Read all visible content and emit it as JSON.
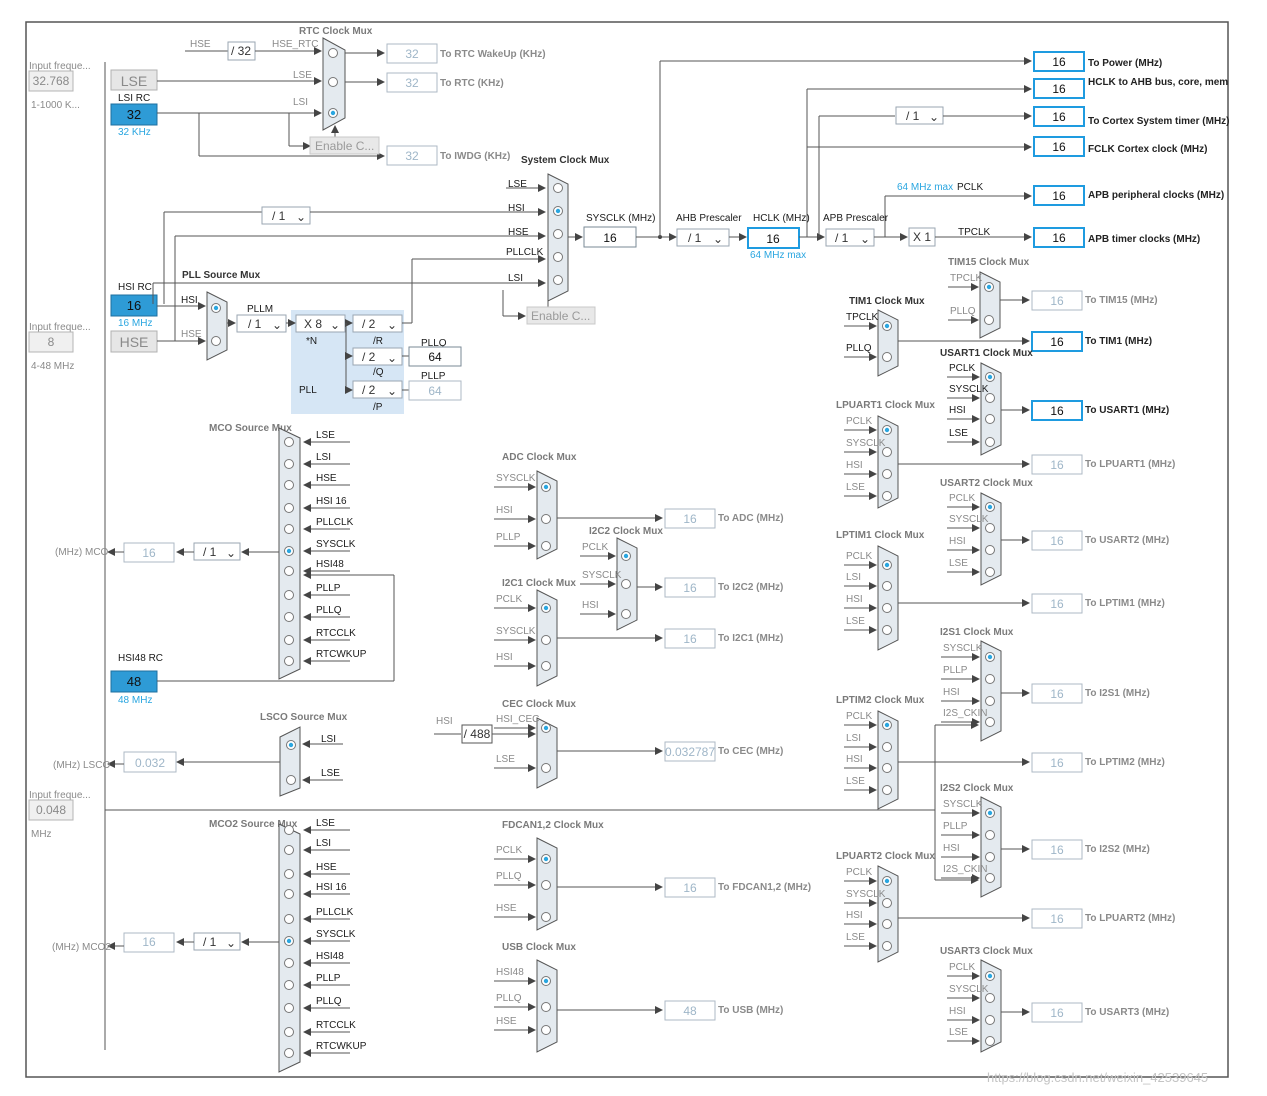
{
  "inputs": {
    "lse_freq": {
      "caption": "Input freque...",
      "value": "32.768",
      "range": "1-1000 K..."
    },
    "hse_freq": {
      "caption": "Input freque...",
      "value": "8",
      "range": "4-48 MHz"
    },
    "aux_freq": {
      "caption": "Input freque...",
      "value": "0.048",
      "unit": "MHz"
    }
  },
  "sources": {
    "lse": {
      "label": "LSE"
    },
    "lsi_rc": {
      "title": "LSI RC",
      "value": "32",
      "note": "32 KHz"
    },
    "hsi_rc": {
      "title": "HSI RC",
      "value": "16",
      "note": "16 MHz"
    },
    "hse": {
      "label": "HSE"
    },
    "hsi48_rc": {
      "title": "HSI48 RC",
      "value": "48",
      "note": "48 MHz"
    }
  },
  "rtc": {
    "title": "RTC Clock Mux",
    "hse_label": "HSE",
    "div": "/ 32",
    "hse_rtc": "HSE_RTC",
    "lse": "LSE",
    "lsi": "LSI",
    "enable": "Enable C...",
    "wakeup_val": "32",
    "wakeup_label": "To RTC WakeUp (KHz)",
    "rtc_val": "32",
    "rtc_label": "To RTC (KHz)",
    "iwdg_val": "32",
    "iwdg_label": "To IWDG (KHz)"
  },
  "sysmux": {
    "title": "System Clock Mux",
    "inputs": [
      "LSE",
      "HSI",
      "HSE",
      "PLLCLK",
      "LSI"
    ],
    "selected": 1,
    "enable": "Enable C...",
    "hsi_div": "/ 1"
  },
  "pll": {
    "src_title": "PLL Source Mux",
    "src_hsi": "HSI",
    "src_hse": "HSE",
    "pllm_label": "PLLM",
    "pllm": "/ 1",
    "n": "X 8",
    "n_label": "*N",
    "r": "/ 2",
    "r_label": "/R",
    "q": "/ 2",
    "q_label": "/Q",
    "p": "/ 2",
    "p_label": "/P",
    "pllq_label": "PLLQ",
    "pllq_val": "64",
    "pllp_label": "PLLP",
    "pllp_val": "64",
    "box_label": "PLL"
  },
  "bus": {
    "sysclk_label": "SYSCLK (MHz)",
    "sysclk": "16",
    "ahb_label": "AHB Prescaler",
    "ahb": "/ 1",
    "hclk_label": "HCLK (MHz)",
    "hclk": "16",
    "hclk_max": "64 MHz max",
    "apb_label": "APB Prescaler",
    "apb": "/ 1",
    "apb_max": "64 MHz max",
    "pclk": "PCLK",
    "x1": "X 1",
    "tpclk": "TPCLK",
    "cortex_div": "/ 1"
  },
  "outputs": [
    {
      "value": "16",
      "label": "To Power (MHz)"
    },
    {
      "value": "16",
      "label": "HCLK to AHB bus, core, memory and DMA (MHz)"
    },
    {
      "value": "16",
      "label": "To Cortex System timer (MHz)"
    },
    {
      "value": "16",
      "label": "FCLK Cortex clock (MHz)"
    },
    {
      "value": "16",
      "label": "APB peripheral clocks (MHz)"
    },
    {
      "value": "16",
      "label": "APB timer clocks (MHz)"
    }
  ],
  "mco": {
    "title": "MCO Source Mux",
    "inputs": [
      "LSE",
      "LSI",
      "HSE",
      "HSI 16",
      "PLLCLK",
      "SYSCLK",
      "HSI48",
      "PLLP",
      "PLLQ",
      "RTCCLK",
      "RTCWKUP"
    ],
    "selected": 5,
    "div": "/ 1",
    "out_val": "16",
    "out_label": "(MHz) MCO"
  },
  "lsco": {
    "title": "LSCO Source Mux",
    "inputs": [
      "LSI",
      "LSE"
    ],
    "selected": 0,
    "out_val": "0.032",
    "out_label": "(MHz) LSCO"
  },
  "mco2": {
    "title": "MCO2 Source Mux",
    "inputs": [
      "LSE",
      "LSI",
      "HSE",
      "HSI 16",
      "PLLCLK",
      "SYSCLK",
      "HSI48",
      "PLLP",
      "PLLQ",
      "RTCCLK",
      "RTCWKUP"
    ],
    "selected": 5,
    "div": "/ 1",
    "out_val": "16",
    "out_label": "(MHz) MCO2"
  },
  "adc": {
    "title": "ADC Clock Mux",
    "inputs": [
      "SYSCLK",
      "HSI",
      "PLLP"
    ],
    "selected": 0,
    "val": "16",
    "label": "To ADC (MHz)"
  },
  "i2c2": {
    "title": "I2C2 Clock Mux",
    "inputs": [
      "PCLK",
      "SYSCLK",
      "HSI"
    ],
    "selected": 0,
    "val": "16",
    "label": "To I2C2 (MHz)"
  },
  "i2c1": {
    "title": "I2C1 Clock Mux",
    "inputs": [
      "PCLK",
      "SYSCLK",
      "HSI"
    ],
    "selected": 0,
    "val": "16",
    "label": "To I2C1 (MHz)"
  },
  "cec": {
    "title": "CEC Clock Mux",
    "hsi": "HSI",
    "div": "/ 488",
    "inputs": [
      "HSI_CEC",
      "LSE"
    ],
    "selected": 0,
    "val": "0.032787",
    "label": "To CEC (MHz)"
  },
  "fdcan": {
    "title": "FDCAN1,2 Clock Mux",
    "inputs": [
      "PCLK",
      "PLLQ",
      "HSE"
    ],
    "selected": 0,
    "val": "16",
    "label": "To FDCAN1,2 (MHz)"
  },
  "usb": {
    "title": "USB Clock Mux",
    "inputs": [
      "HSI48",
      "PLLQ",
      "HSE"
    ],
    "selected": 0,
    "val": "48",
    "label": "To USB (MHz)"
  },
  "tim15": {
    "title": "TIM15 Clock Mux",
    "inputs": [
      "TPCLK",
      "PLLQ"
    ],
    "selected": 0,
    "val": "16",
    "label": "To TIM15 (MHz)"
  },
  "tim1": {
    "title": "TIM1 Clock Mux",
    "inputs": [
      "TPCLK",
      "PLLQ"
    ],
    "selected": 0,
    "val": "16",
    "label": "To TIM1 (MHz)"
  },
  "usart1": {
    "title": "USART1 Clock Mux",
    "inputs": [
      "PCLK",
      "SYSCLK",
      "HSI",
      "LSE"
    ],
    "selected": 0,
    "val": "16",
    "label": "To USART1 (MHz)"
  },
  "lpuart1": {
    "title": "LPUART1 Clock Mux",
    "inputs": [
      "PCLK",
      "SYSCLK",
      "HSI",
      "LSE"
    ],
    "selected": 0,
    "val": "16",
    "label": "To LPUART1 (MHz)"
  },
  "usart2": {
    "title": "USART2 Clock Mux",
    "inputs": [
      "PCLK",
      "SYSCLK",
      "HSI",
      "LSE"
    ],
    "selected": 0,
    "val": "16",
    "label": "To USART2 (MHz)"
  },
  "lptim1": {
    "title": "LPTIM1 Clock Mux",
    "inputs": [
      "PCLK",
      "LSI",
      "HSI",
      "LSE"
    ],
    "selected": 0,
    "val": "16",
    "label": "To LPTIM1 (MHz)"
  },
  "i2s1": {
    "title": "I2S1 Clock Mux",
    "inputs": [
      "SYSCLK",
      "PLLP",
      "HSI",
      "I2S_CKIN"
    ],
    "selected": 0,
    "val": "16",
    "label": "To I2S1 (MHz)"
  },
  "lptim2": {
    "title": "LPTIM2 Clock Mux",
    "inputs": [
      "PCLK",
      "LSI",
      "HSI",
      "LSE"
    ],
    "selected": 0,
    "val": "16",
    "label": "To LPTIM2 (MHz)"
  },
  "i2s2": {
    "title": "I2S2 Clock Mux",
    "inputs": [
      "SYSCLK",
      "PLLP",
      "HSI",
      "I2S_CKIN"
    ],
    "selected": 0,
    "val": "16",
    "label": "To I2S2 (MHz)"
  },
  "lpuart2": {
    "title": "LPUART2 Clock Mux",
    "inputs": [
      "PCLK",
      "SYSCLK",
      "HSI",
      "LSE"
    ],
    "selected": 0,
    "val": "16",
    "label": "To LPUART2 (MHz)"
  },
  "usart3": {
    "title": "USART3 Clock Mux",
    "inputs": [
      "PCLK",
      "SYSCLK",
      "HSI",
      "LSE"
    ],
    "selected": 0,
    "val": "16",
    "label": "To USART3 (MHz)"
  },
  "watermark": "https://blog.csdn.net/weixin_42539645",
  "colors": {
    "accent": "#2aa6e0",
    "source_fill": "#2e9bd6",
    "pll_bg": "#d6e6f5",
    "mux_fill": "#e4eaef"
  }
}
